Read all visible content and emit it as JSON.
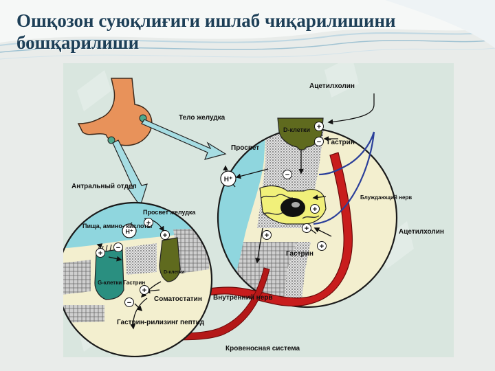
{
  "slide": {
    "title": "Ошқозон суюқлиғиги ишлаб чиқарилишини бошқарилиши",
    "colors": {
      "title": "#1d3f57",
      "panel": "#d9e6df",
      "lumen": "#8fd6de",
      "cream": "#f3efcf",
      "stomach": "#e8925a",
      "g_cell": "#2a8f80",
      "d_cell": "#5f6a1e",
      "vessel": "#c81d1d",
      "nerve": "#2b3f9a"
    }
  },
  "diagram": {
    "labels": {
      "top_acetylcholine": "Ацетилхолин",
      "body_of_stomach": "Тело желудка",
      "lumen": "Просвет",
      "d_cells_top": "D-клетки",
      "gastrin_top": "Гастрин",
      "h_plus_top": "H⁺",
      "antral_section": "Антральный отдел",
      "vagus_nerve": "Блуждающий нерв",
      "right_acetylcholine": "Ацетилхолин",
      "gastrin_middle": "Гастрин",
      "stomach_lumen": "Просвет желудка",
      "food_amino_acids": "Пища, амино- кислоты",
      "h_plus_bottom": "H⁺",
      "g_cells_gastrin": "G-клетки Гастрин",
      "d_cells_bottom": "D-клетки",
      "somatostatin": "Соматостатин",
      "intramural_nerve": "Внутренний нерв",
      "grp": "Гастрин-рилизинг пептид",
      "circulatory_system": "Кровеносная система"
    },
    "signs": {
      "plus": "+",
      "minus": "−"
    }
  }
}
